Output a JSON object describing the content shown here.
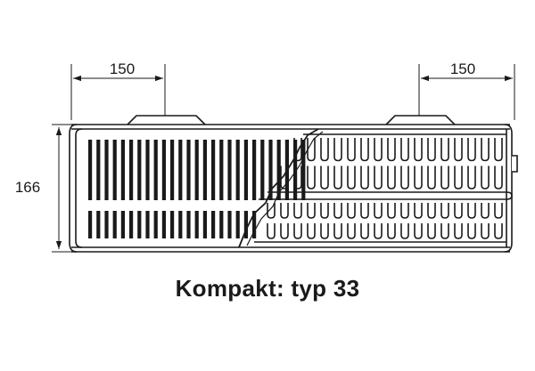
{
  "dimensions": {
    "left_top": "150",
    "right_top": "150",
    "height": "166"
  },
  "caption": "Kompakt: typ 33",
  "colors": {
    "line": "#1a1a1a",
    "background": "#ffffff"
  }
}
